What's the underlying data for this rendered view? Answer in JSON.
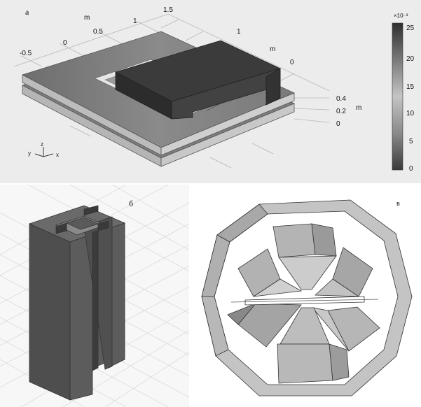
{
  "panels": {
    "a": {
      "letter": "а",
      "x_axis": {
        "unit": "m",
        "ticks": [
          "-0.5",
          "0",
          "0.5",
          "1",
          "1.5"
        ]
      },
      "y_axis": {
        "unit": "m",
        "ticks": [
          "1",
          "0"
        ]
      },
      "z_axis": {
        "unit": "m",
        "ticks": [
          "0.4",
          "0.2",
          "0"
        ]
      },
      "triad": {
        "y": "y",
        "z": "z",
        "x": "x"
      },
      "colorbar": {
        "exponent_label": "×10⁻³",
        "ticks": [
          "25",
          "20",
          "15",
          "10",
          "5",
          "0"
        ],
        "colors": [
          "#2e2e2e",
          "#7a7a7a",
          "#c4c4c4",
          "#8a8a8a",
          "#3a3a3a"
        ]
      }
    },
    "b": {
      "letter": "б"
    },
    "c": {
      "letter": "в"
    }
  }
}
